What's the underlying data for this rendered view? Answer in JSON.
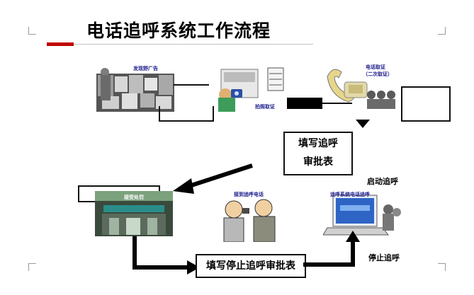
{
  "title": "电话追呼系统工作流程",
  "labels": {
    "ad": "发现野广告",
    "evidence_photo": "拍照取证",
    "phone_evidence_line1": "电话取证",
    "phone_evidence_line2": "（二次取证）",
    "calls_received": "接到追呼电话",
    "penalty": "接受处罚",
    "system": "追呼系统电话追呼",
    "start_call": "启动追呼",
    "stop_call": "停止追呼"
  },
  "boxes": {
    "approval_line1": "填写追呼",
    "approval_line2": "审批表",
    "stop_form": "填写停止追呼审批表"
  },
  "colors": {
    "accent_red": "#c00000",
    "line_black": "#111111",
    "label_blue": "#1a1a8a",
    "teal": "#3fb6b4"
  }
}
